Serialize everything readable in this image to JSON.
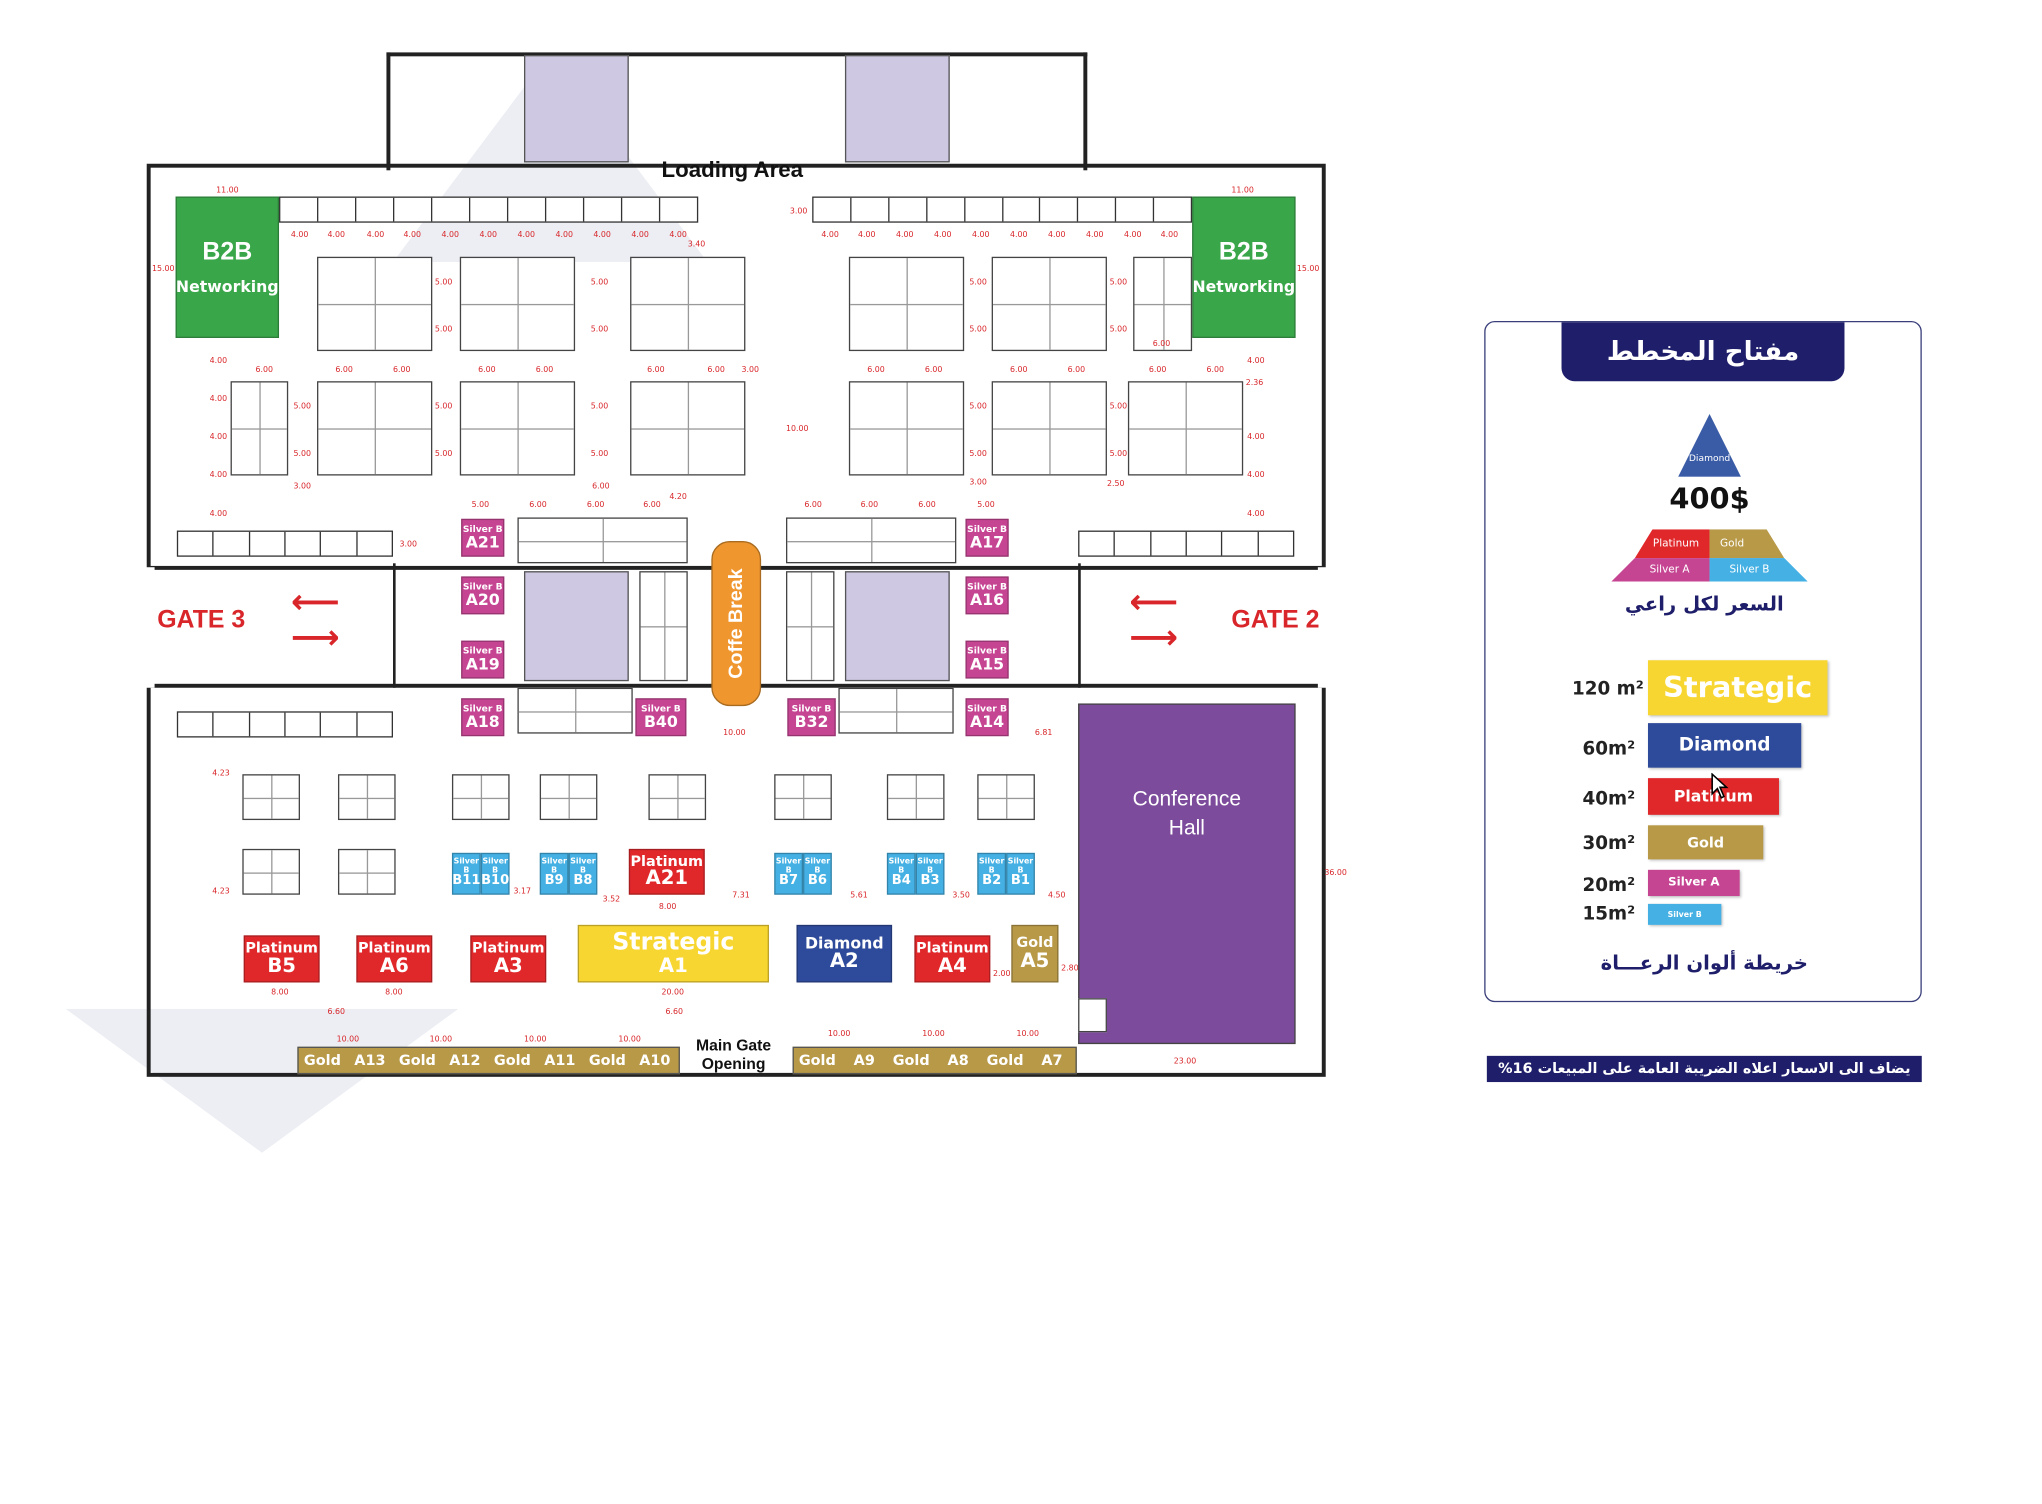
{
  "floor": {
    "loading_area": "Loading Area",
    "b2b_left": {
      "title": "B2B",
      "subtitle": "Networking"
    },
    "b2b_right": {
      "title": "B2B",
      "subtitle": "Networking"
    },
    "gate3": "GATE 3",
    "gate2": "GATE 2",
    "coffee_break": "Coffe Break",
    "conference_hall": "Conference Hall",
    "main_gate": "Main Gate Opening",
    "silver_b_booths": [
      {
        "tier": "Silver B",
        "code": "A21"
      },
      {
        "tier": "Silver B",
        "code": "A20"
      },
      {
        "tier": "Silver B",
        "code": "A19"
      },
      {
        "tier": "Silver B",
        "code": "A18"
      },
      {
        "tier": "Silver B",
        "code": "B40"
      },
      {
        "tier": "Silver B",
        "code": "B32"
      },
      {
        "tier": "Silver B",
        "code": "A17"
      },
      {
        "tier": "Silver B",
        "code": "A16"
      },
      {
        "tier": "Silver B",
        "code": "A15"
      },
      {
        "tier": "Silver B",
        "code": "A14"
      }
    ],
    "silver_a_booths": [
      {
        "tier": "Silver B",
        "code": "B11"
      },
      {
        "tier": "Silver B",
        "code": "B10"
      },
      {
        "tier": "Silver B",
        "code": "B9"
      },
      {
        "tier": "Silver B",
        "code": "B8"
      },
      {
        "tier": "Silver B",
        "code": "B7"
      },
      {
        "tier": "Silver B",
        "code": "B6"
      },
      {
        "tier": "Silver B",
        "code": "B4"
      },
      {
        "tier": "Silver B",
        "code": "B3"
      },
      {
        "tier": "Silver B",
        "code": "B2"
      },
      {
        "tier": "Silver B",
        "code": "B1"
      }
    ],
    "platinum_a21": {
      "tier": "Platinum",
      "code": "A21"
    },
    "main_booths": [
      {
        "tier": "Platinum",
        "code": "B5"
      },
      {
        "tier": "Platinum",
        "code": "A6"
      },
      {
        "tier": "Platinum",
        "code": "A3"
      },
      {
        "tier": "Strategic",
        "code": "A1"
      },
      {
        "tier": "Diamond",
        "code": "A2"
      },
      {
        "tier": "Platinum",
        "code": "A4"
      },
      {
        "tier": "Gold",
        "code": "A5"
      }
    ],
    "gold_row_left": [
      "Gold",
      "A13",
      "Gold",
      "A12",
      "Gold",
      "A11",
      "Gold",
      "A10"
    ],
    "gold_row_right": [
      "Gold",
      "A9",
      "Gold",
      "A8",
      "Gold",
      "A7"
    ],
    "dimensions": {
      "d11": "11.00",
      "d4": "4.00",
      "d5": "5.00",
      "d6": "6.00",
      "d3": "3.00",
      "d15": "15.00",
      "d340": "3.40",
      "d10": "10.00",
      "d20": "20.00",
      "d36": "36.00",
      "d23": "23.00",
      "d8": "8.00",
      "d660": "6.60",
      "d420": "4.20",
      "d681": "6.81",
      "d250": "2.50",
      "d236": "2.36",
      "d352": "3.52",
      "d731": "7.31",
      "d561": "5.61",
      "d350": "3.50",
      "d450": "4.50",
      "d317": "3.17",
      "d423": "4.23",
      "d280": "2.80",
      "d200": "2.00"
    }
  },
  "legend": {
    "title": "مفتاح المخطط",
    "pyramid": {
      "top": "Diamond",
      "price": "400$",
      "mid_left": "Platinum",
      "mid_right": "Gold",
      "bot_left": "Silver A",
      "bot_right": "Silver B"
    },
    "price_caption": "السعر لكل راعي",
    "tiers": [
      {
        "area": "120 m²",
        "label": "Strategic",
        "color": "#f8d631"
      },
      {
        "area": "60m²",
        "label": "Diamond",
        "color": "#2e4a9a"
      },
      {
        "area": "40m²",
        "label": "Platinum",
        "color": "#e0282b"
      },
      {
        "area": "30m²",
        "label": "Gold",
        "color": "#b79947"
      },
      {
        "area": "20m²",
        "label": "Silver A",
        "color": "#c64593"
      },
      {
        "area": "15m²",
        "label": "Silver B",
        "color": "#45b0e3"
      }
    ],
    "colors_caption": "خريطة ألوان الرعـــاة",
    "vat_note": "يضاف الى الاسعار اعلاه الضريبة العامة على المبيعات 16%"
  }
}
